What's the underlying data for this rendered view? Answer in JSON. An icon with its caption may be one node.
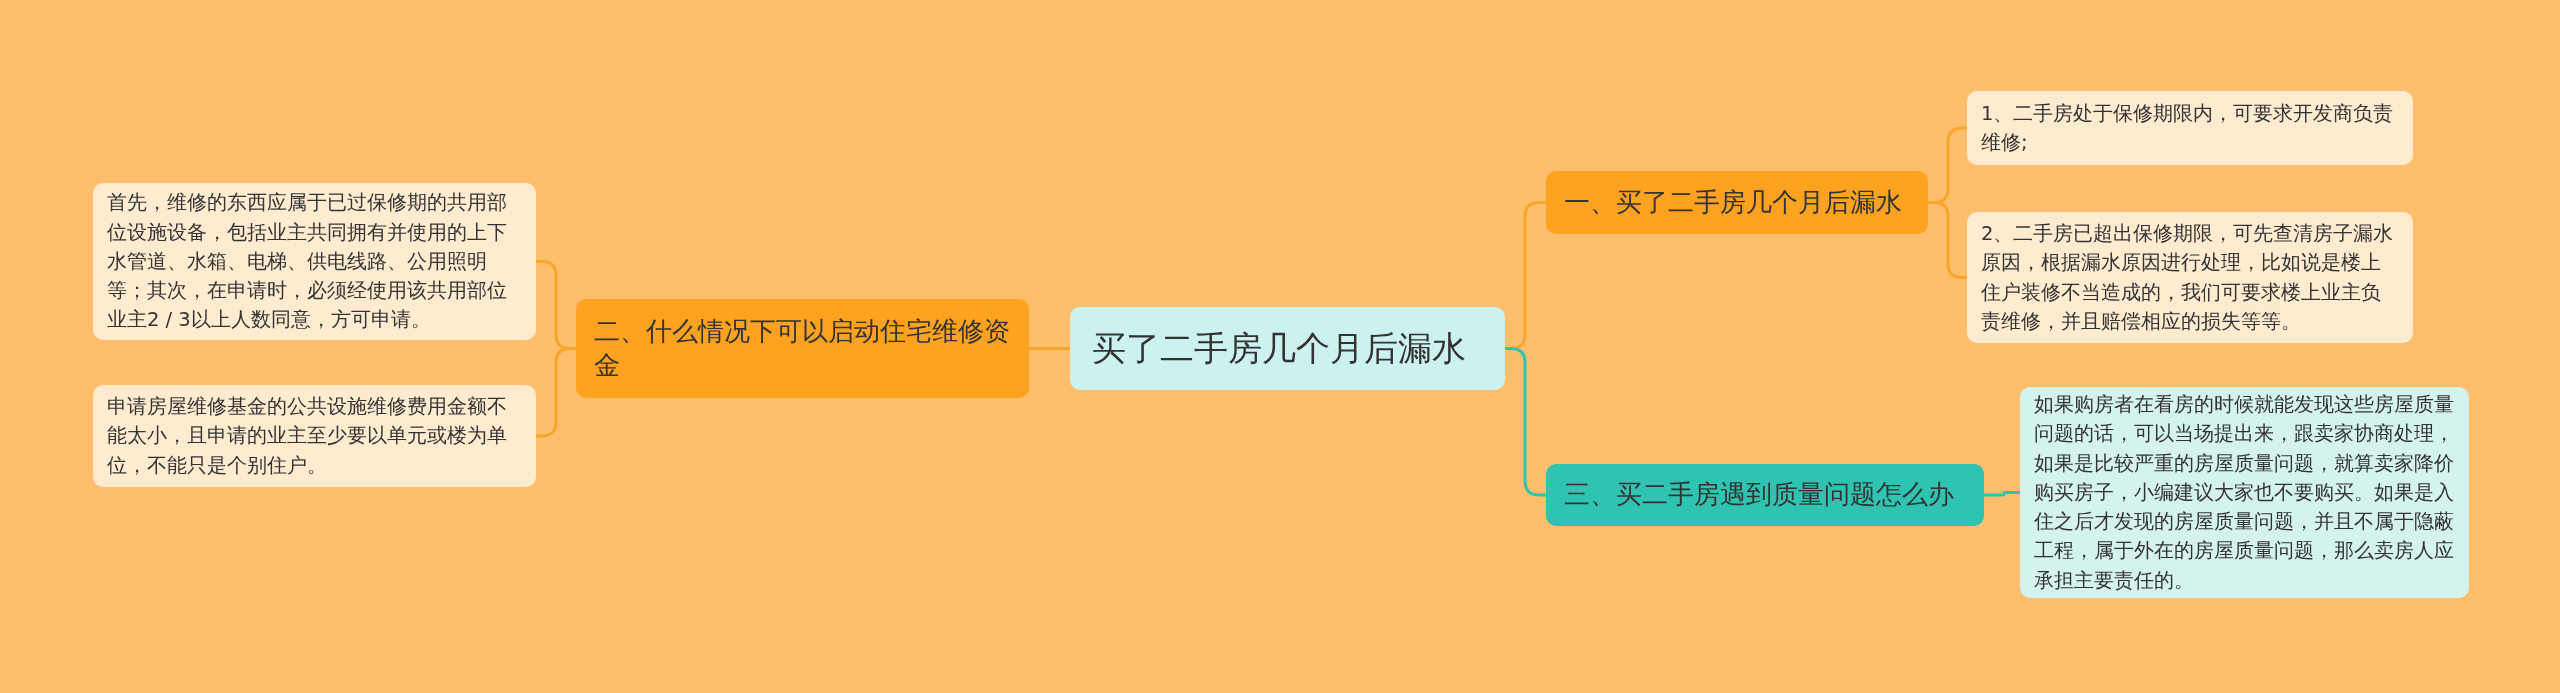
{
  "diagram": {
    "nodes": [
      {
        "text": [
          "买了二手房几个月后漏水"
        ]
      },
      {
        "text": [
          "一、买了二手房几个月后漏水"
        ]
      },
      {
        "text": [
          "1、二手房处于保修期限内，可要求开发商负责维修;"
        ]
      },
      {
        "text": [
          "2、二手房已超出保修期限，可先查清房子漏水原因，根据漏水原因进行处理，比如说是楼上住户装修不当造成的，我们可要求楼上业主负责维修，并且赔偿相应的损失等等。"
        ]
      },
      {
        "text": [
          "三、买二手房遇到质量问题怎么办"
        ]
      },
      {
        "text": [
          "如果购房者在看房的时候就能发现这些房屋质量问题的话，可以当场提出来，跟卖家协商处理，如果是比较严重的房屋质量问题，就算卖家降价购买房子，小编建议大家也不要购买。如果是入住之后才发现的房屋质量问题，并且不属于隐蔽工程，属于外在的房屋质量问题，那么卖房人应承担主要责任的。"
        ]
      },
      {
        "text": [
          "二、什么情况下可以启动住宅维修资金"
        ]
      },
      {
        "text": [
          "首先，维修的东西应属于已过保修期的共用部位设施设备，包括业主共同拥有并使用的上下水管道、水箱、电梯、供电线路、公用照明等；其次，在申请时，必须经使用该共用部位业主2 / 3以上人数同意，方可申请。"
        ]
      },
      {
        "text": [
          "申请房屋维修基金的公共设施维修费用金额不能太小，且申请的业主至少要以单元或楼为单位，不能只是个别住户。"
        ]
      }
    ],
    "edges": [
      {
        "from": 0,
        "to": 1,
        "arrow": "none"
      },
      {
        "from": 1,
        "to": 2,
        "arrow": "none"
      },
      {
        "from": 1,
        "to": 3,
        "arrow": "none"
      },
      {
        "from": 0,
        "to": 4,
        "arrow": "none",
        "color": "#2ec4b1"
      },
      {
        "from": 4,
        "to": 5,
        "arrow": "none",
        "color": "#2ec4b1"
      },
      {
        "from": 0,
        "to": 6,
        "arrow": "none"
      },
      {
        "from": 6,
        "to": 7,
        "arrow": "none"
      },
      {
        "from": 6,
        "to": 8,
        "arrow": "none"
      }
    ]
  }
}
